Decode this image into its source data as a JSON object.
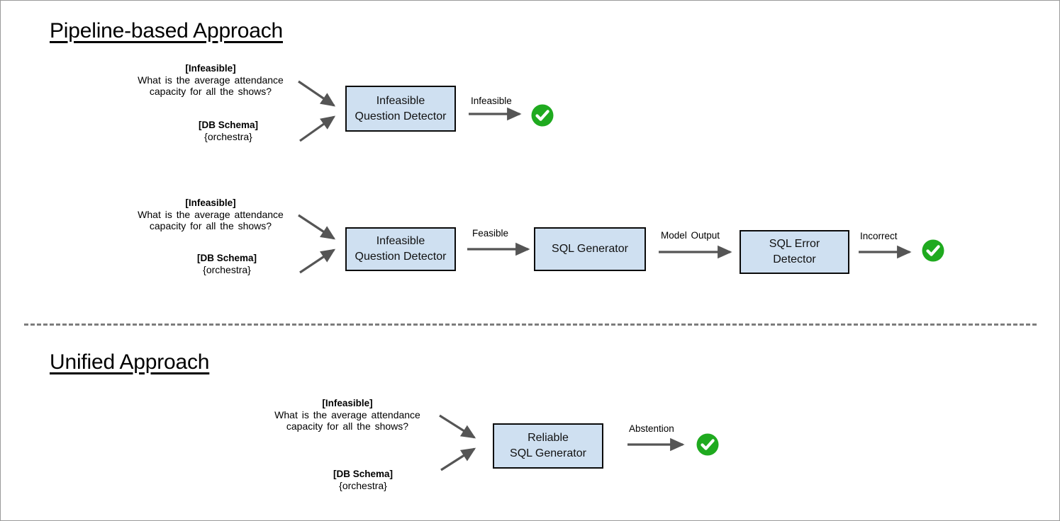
{
  "diagram": {
    "sections": [
      {
        "id": "pipeline",
        "title": "Pipeline-based Approach"
      },
      {
        "id": "unified",
        "title": "Unified Approach"
      }
    ],
    "colors": {
      "box_fill": "#cfe0f1",
      "box_border": "#0a0a0a",
      "arrow": "#555555",
      "check_green": "#1faa1f",
      "divider": "#7d7d7d",
      "frame": "#9a9a9a"
    },
    "inputs": {
      "question_tag": "[Infeasible]",
      "question_line1": "What is the average attendance",
      "question_line2": "capacity for all the shows?",
      "schema_tag": "[DB Schema]",
      "schema_value": "{orchestra}"
    },
    "rows": [
      {
        "id": "pipeline-row-1",
        "boxes": [
          {
            "id": "infeasible-question-detector",
            "line1": "Infeasible",
            "line2": "Question Detector"
          }
        ],
        "edge_labels": [
          "Infeasible"
        ],
        "result": "check-circle-icon"
      },
      {
        "id": "pipeline-row-2",
        "boxes": [
          {
            "id": "infeasible-question-detector",
            "line1": "Infeasible",
            "line2": "Question Detector"
          },
          {
            "id": "sql-generator",
            "line1": "SQL Generator",
            "line2": ""
          },
          {
            "id": "sql-error-detector",
            "line1": "SQL Error",
            "line2": "Detector"
          }
        ],
        "edge_labels": [
          "Feasible",
          "Model Output",
          "Incorrect"
        ],
        "result": "check-circle-icon"
      },
      {
        "id": "unified-row-1",
        "boxes": [
          {
            "id": "reliable-sql-generator",
            "line1": "Reliable",
            "line2": "SQL Generator"
          }
        ],
        "edge_labels": [
          "Abstention"
        ],
        "result": "check-circle-icon"
      }
    ]
  }
}
